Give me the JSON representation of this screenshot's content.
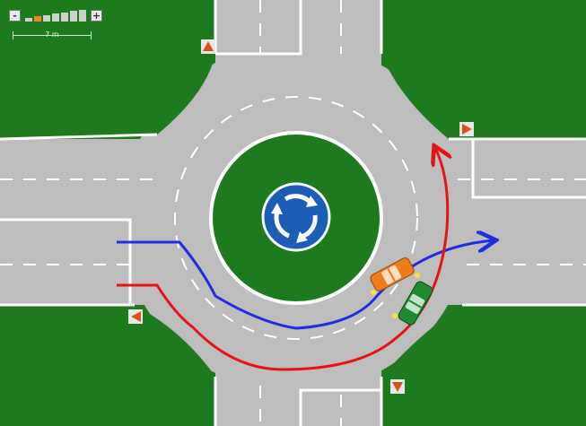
{
  "toolbar": {
    "zoom_out_label": "-",
    "zoom_in_label": "+",
    "zoom_levels": 7,
    "active_zoom_level": 2,
    "active_color": "#e8891a"
  },
  "scale": {
    "label": "7 m"
  },
  "scene": {
    "grass_color": "#1d7a1d",
    "road_color": "#bdbdbd",
    "marking_color": "#ffffff",
    "roundabout_sign_color": "#1c5db8",
    "entry_path_blue_color": "#1f2fe0",
    "entry_path_red_color": "#e51414",
    "orange_car_color": "#f07c1a",
    "green_car_color": "#1f8a2e",
    "warning_signs": [
      "warning-sign-top",
      "warning-sign-right",
      "warning-sign-left",
      "warning-sign-bottom"
    ]
  }
}
